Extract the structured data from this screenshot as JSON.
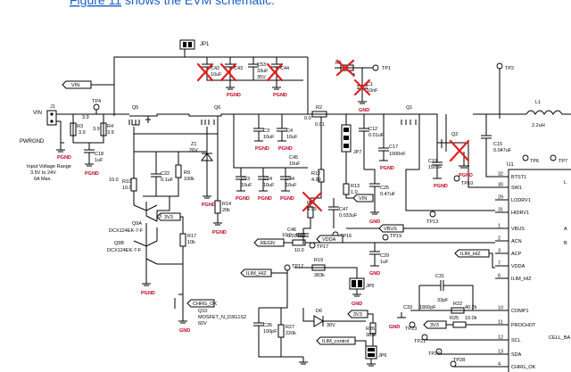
{
  "caption": {
    "link": "Figure 11",
    "rest": " shows the EVM schematic."
  },
  "jumpers": {
    "jp1": "JP1",
    "jp5": "JP5",
    "jp6": "JP6",
    "jp7": "JP7"
  },
  "test_points": {
    "tp1": "TP1",
    "tp2": "TP2",
    "tp4": "TP4",
    "tp6": "TP6",
    "tp7": "TP7",
    "tp10": "TP10",
    "tp12": "TP12",
    "tp13": "TP13",
    "tp16": "TP16",
    "tp17": "TP17",
    "tp19": "TP19",
    "tp21": "TP21",
    "tp23": "TP23",
    "tp26": "TP26",
    "tp28": "TP28"
  },
  "nets": {
    "vin": "VIN",
    "vin2": "VIN",
    "vin_port": "VIN",
    "pwrgnd": "PWRGND",
    "vbus": "VBUS",
    "v3v3a": "3V3",
    "v3v3b": "3V3",
    "v3v3c": "3V3",
    "regn": "REGN",
    "vdda": "VDDA",
    "ilim_hiz_a": "ILIM_HIZ",
    "ilim_hiz_b": "ILIM_HIZ",
    "ilim_control": "ILIM_control",
    "chrg_ok": "CHRG_OK",
    "pgnd": "PGND",
    "gnd": "GND"
  },
  "input_note": {
    "l1": "Input Voltage Range",
    "l2": "3.5V to 24V",
    "l3": "6A Max."
  },
  "components": {
    "j1": "J1",
    "r3": "R3",
    "r3v": "3.9",
    "r4": "R4",
    "r4v": "3.9",
    "r3top": "3.9",
    "r4top": "3.9",
    "c18": "C18",
    "c18v": "1uF",
    "q5": "Q5",
    "q6": "Q6",
    "q1": "Q1",
    "q2": "Q2",
    "c42": "C42",
    "c43": "C43",
    "c53": "C53",
    "c53v1": "33uF",
    "c53v2": "35V",
    "c44": "C44",
    "c42v": "10uF",
    "r1": "R1",
    "r1v": "0",
    "c1": "C1",
    "c1v": "10nF",
    "z1": "Z1",
    "z1v": "26V",
    "r9": "R9",
    "r9v": "100k",
    "c22": "C22",
    "c22v": "0.1uF",
    "r10": "R10",
    "r10v": "10.0",
    "r10a": "10.0",
    "c3": "C3",
    "c3v": "10uF",
    "c4": "C4",
    "c4v": "10uF",
    "c45": "C45",
    "c45v": "10uF",
    "c23": "C23",
    "c23v": "10uF",
    "c24": "C24",
    "c24v": "10uF",
    "c44b": "C44",
    "c44bv": "10uF",
    "r14": "R14",
    "r14v": "20k",
    "r17": "R17",
    "r17v": "10k",
    "q9a": "Q9A",
    "q9a_part": "DCX124EK-7-F",
    "q9b": "Q9B",
    "q9b_part": "DCX124EK-7-F",
    "q10": "Q10",
    "q10_part": "MOSFET_N_D3G1S2",
    "q10_v": "60V",
    "r2": "R2",
    "r2v": "0.01",
    "r2pre": "0.0",
    "r12": "R12",
    "r12v": "4.99",
    "r13": "R13",
    "r13v": "1.0",
    "c12": "C12",
    "c12v": "0.01uF",
    "c17": "C17",
    "c17v": "1000nF",
    "c19": "C19",
    "c19v": "150pF",
    "c25": "C25",
    "c25v": "0.47uF",
    "c15": "C15",
    "c15v": "0.047uF",
    "l1": "L1",
    "l1v": "2.2uH",
    "r11": "R11",
    "r11v": "4.99",
    "c47": "C47",
    "c47v": "0.033uF",
    "c46": "C46",
    "c46v": "0.033uF",
    "r18": "R18",
    "r18pre": "10.0",
    "r18v": "10.0",
    "c29": "C29",
    "c29v": "1uF",
    "r19": "R19",
    "r19v": "383k",
    "c31": "C31",
    "c31v": "33pF",
    "c33": "C33",
    "c33v": "1800pF",
    "r22": "R22",
    "r22v": "40.2k",
    "r25": "R25",
    "r25v": "10.0k",
    "d6": "D6",
    "d6v": "30V",
    "r26": "R26",
    "r26v": "383k",
    "c35": "C35",
    "c35v": "100pF",
    "r27": "R27",
    "r27v": "220k",
    "u1": "U1"
  },
  "ic_pins": [
    {
      "num": "32",
      "name": "BTST1"
    },
    {
      "num": "30",
      "name": "SW1"
    },
    {
      "num": "29",
      "name": "LODRV1"
    },
    {
      "num": "31",
      "name": "HIDRV1"
    },
    {
      "num": "1",
      "name": "VBUS"
    },
    {
      "num": "2",
      "name": "ACN"
    },
    {
      "num": "3",
      "name": "ACP"
    },
    {
      "num": "7",
      "name": "VDDA"
    },
    {
      "num": "6",
      "name": "ILIM_HIZ"
    },
    {
      "num": "10",
      "name": "COMP1"
    },
    {
      "num": "11",
      "name": "PROCHOT"
    },
    {
      "num": "12",
      "name": "SCL"
    },
    {
      "num": "13",
      "name": "SDA"
    },
    {
      "num": "4",
      "name": "CHRG_OK"
    }
  ],
  "ic_right_labels": {
    "l1": "L",
    "l2": "A",
    "l3": "B",
    "l4": "CELL_BA"
  }
}
